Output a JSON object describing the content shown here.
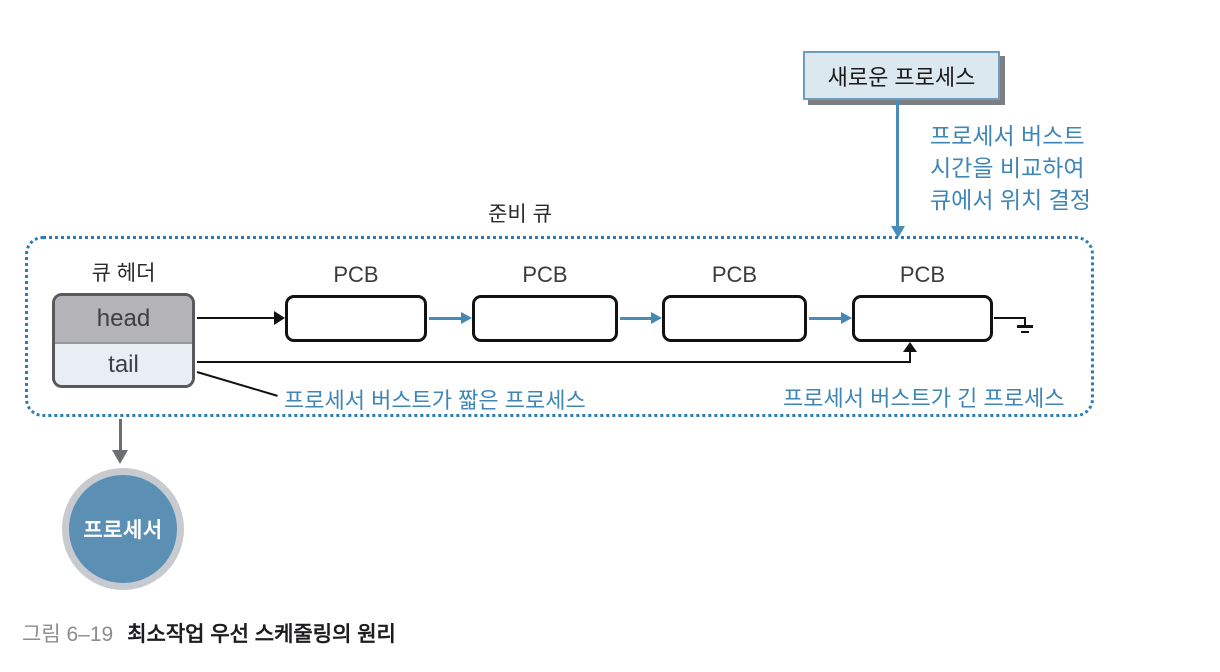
{
  "figure": {
    "new_process": {
      "label": "새로운 프로세스"
    },
    "insertion_note": [
      "프로세서 버스트",
      "시간을 비교하여",
      "큐에서 위치 결정"
    ],
    "ready_queue": {
      "label": "준비 큐",
      "queue_header": {
        "label": "큐 헤더",
        "head": "head",
        "tail": "tail"
      },
      "pcb_labels": [
        "PCB",
        "PCB",
        "PCB",
        "PCB"
      ],
      "short_burst_note": "프로세서 버스트가 짧은 프로세스",
      "long_burst_note": "프로세서 버스트가 긴 프로세스"
    },
    "processor": {
      "label": "프로세서"
    },
    "caption": {
      "number": "그림 6–19",
      "title": "최소작업 우선 스케줄링의 원리"
    },
    "colors": {
      "annotation_blue": "#3e86b5",
      "arrow_blue": "#4a8cb8",
      "dotted_border_blue": "#2e7cb5",
      "head_cell_gray": "#b3b3b8",
      "tail_cell_gray": "#e9eef4",
      "new_process_fill": "#dbe8f0",
      "processor_fill": "#5b90b4",
      "processor_ring": "#c7cbd0",
      "dispatch_arrow_gray": "#6d6e71"
    }
  }
}
